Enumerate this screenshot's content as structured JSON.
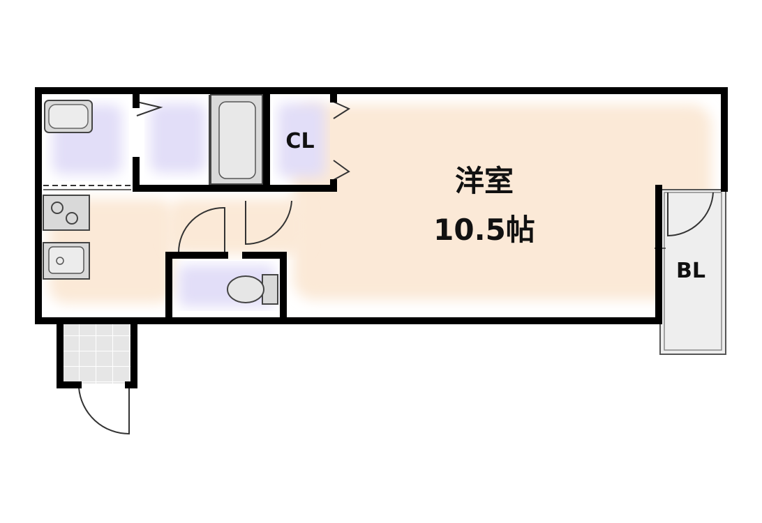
{
  "rooms": {
    "western_room": {
      "name": "洋室",
      "size": "10.5帖"
    },
    "closet": {
      "label": "CL"
    },
    "balcony": {
      "label": "BL"
    }
  },
  "colors": {
    "wall": "#000000",
    "room_fill": "#fbe9d7",
    "wet_area": "#e2def8",
    "fixture": "#d9d9d9",
    "tile": "#e3e3e3",
    "balcony": "#eeeeee"
  }
}
